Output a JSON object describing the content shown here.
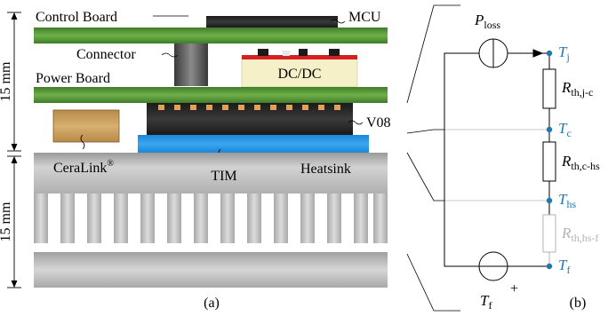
{
  "stack": {
    "control_board": "Control Board",
    "mcu": "MCU",
    "connector": "Connector",
    "power_board": "Power Board",
    "dcdc": "DC/DC",
    "v08": "V08",
    "ceralink": "CeraLink",
    "ceralink_reg": "®",
    "tim": "TIM",
    "heatsink": "Heatsink",
    "dim_top": "15 mm",
    "dim_bottom": "15 mm",
    "caption": "(a)"
  },
  "circuit": {
    "p_loss_main": "P",
    "p_loss_sub": "loss",
    "tj_main": "T",
    "tj_sub": "j",
    "rth_jc_main": "R",
    "rth_jc_sub": "th,j-c",
    "tc_main": "T",
    "tc_sub": "c",
    "rth_chs_main": "R",
    "rth_chs_sub": "th,c-hs",
    "ths_main": "T",
    "ths_sub": "hs",
    "rth_hsf_main": "R",
    "rth_hsf_sub": "th,hs-f",
    "tf_node_main": "T",
    "tf_node_sub": "f",
    "tf_source_main": "T",
    "tf_source_sub": "f",
    "plus": "+",
    "caption": "(b)"
  },
  "colors": {
    "pcb_green": "#5a9a3c",
    "chip_dark": "#2b2b2b",
    "tim_blue": "#1e90e0",
    "dcdc_body": "#f5f0c8",
    "dcdc_red": "#d42020",
    "ceralink_body": "#c8a060",
    "heatsink_grey": "#c6c6c6",
    "node_blue": "#1f77b4",
    "disabled_grey": "#b3b3b3"
  }
}
